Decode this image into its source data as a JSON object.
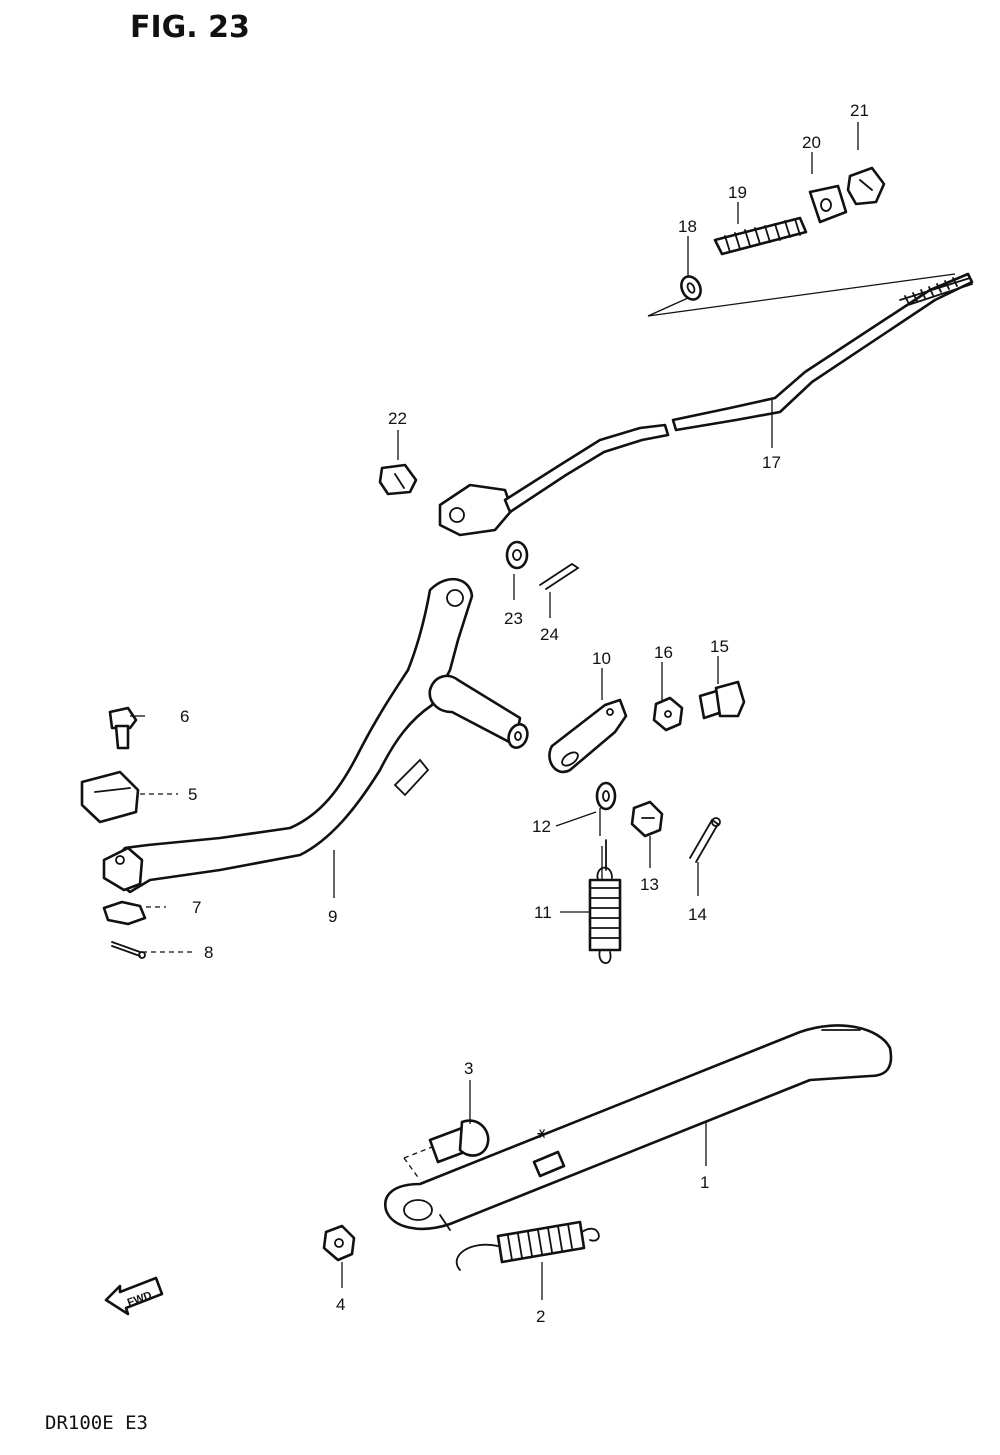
{
  "figure": {
    "title": "FIG. 23",
    "model": "DR100E E3",
    "fwd_label": "FWD"
  },
  "callouts": {
    "c1": "1",
    "c2": "2",
    "c3": "3",
    "c4": "4",
    "c5": "5",
    "c6": "6",
    "c7": "7",
    "c8": "8",
    "c9": "9",
    "c10": "10",
    "c11": "11",
    "c12": "12",
    "c13": "13",
    "c14": "14",
    "c15": "15",
    "c16": "16",
    "c17": "17",
    "c18": "18",
    "c19": "19",
    "c20": "20",
    "c21": "21",
    "c22": "22",
    "c23": "23",
    "c24": "24"
  }
}
